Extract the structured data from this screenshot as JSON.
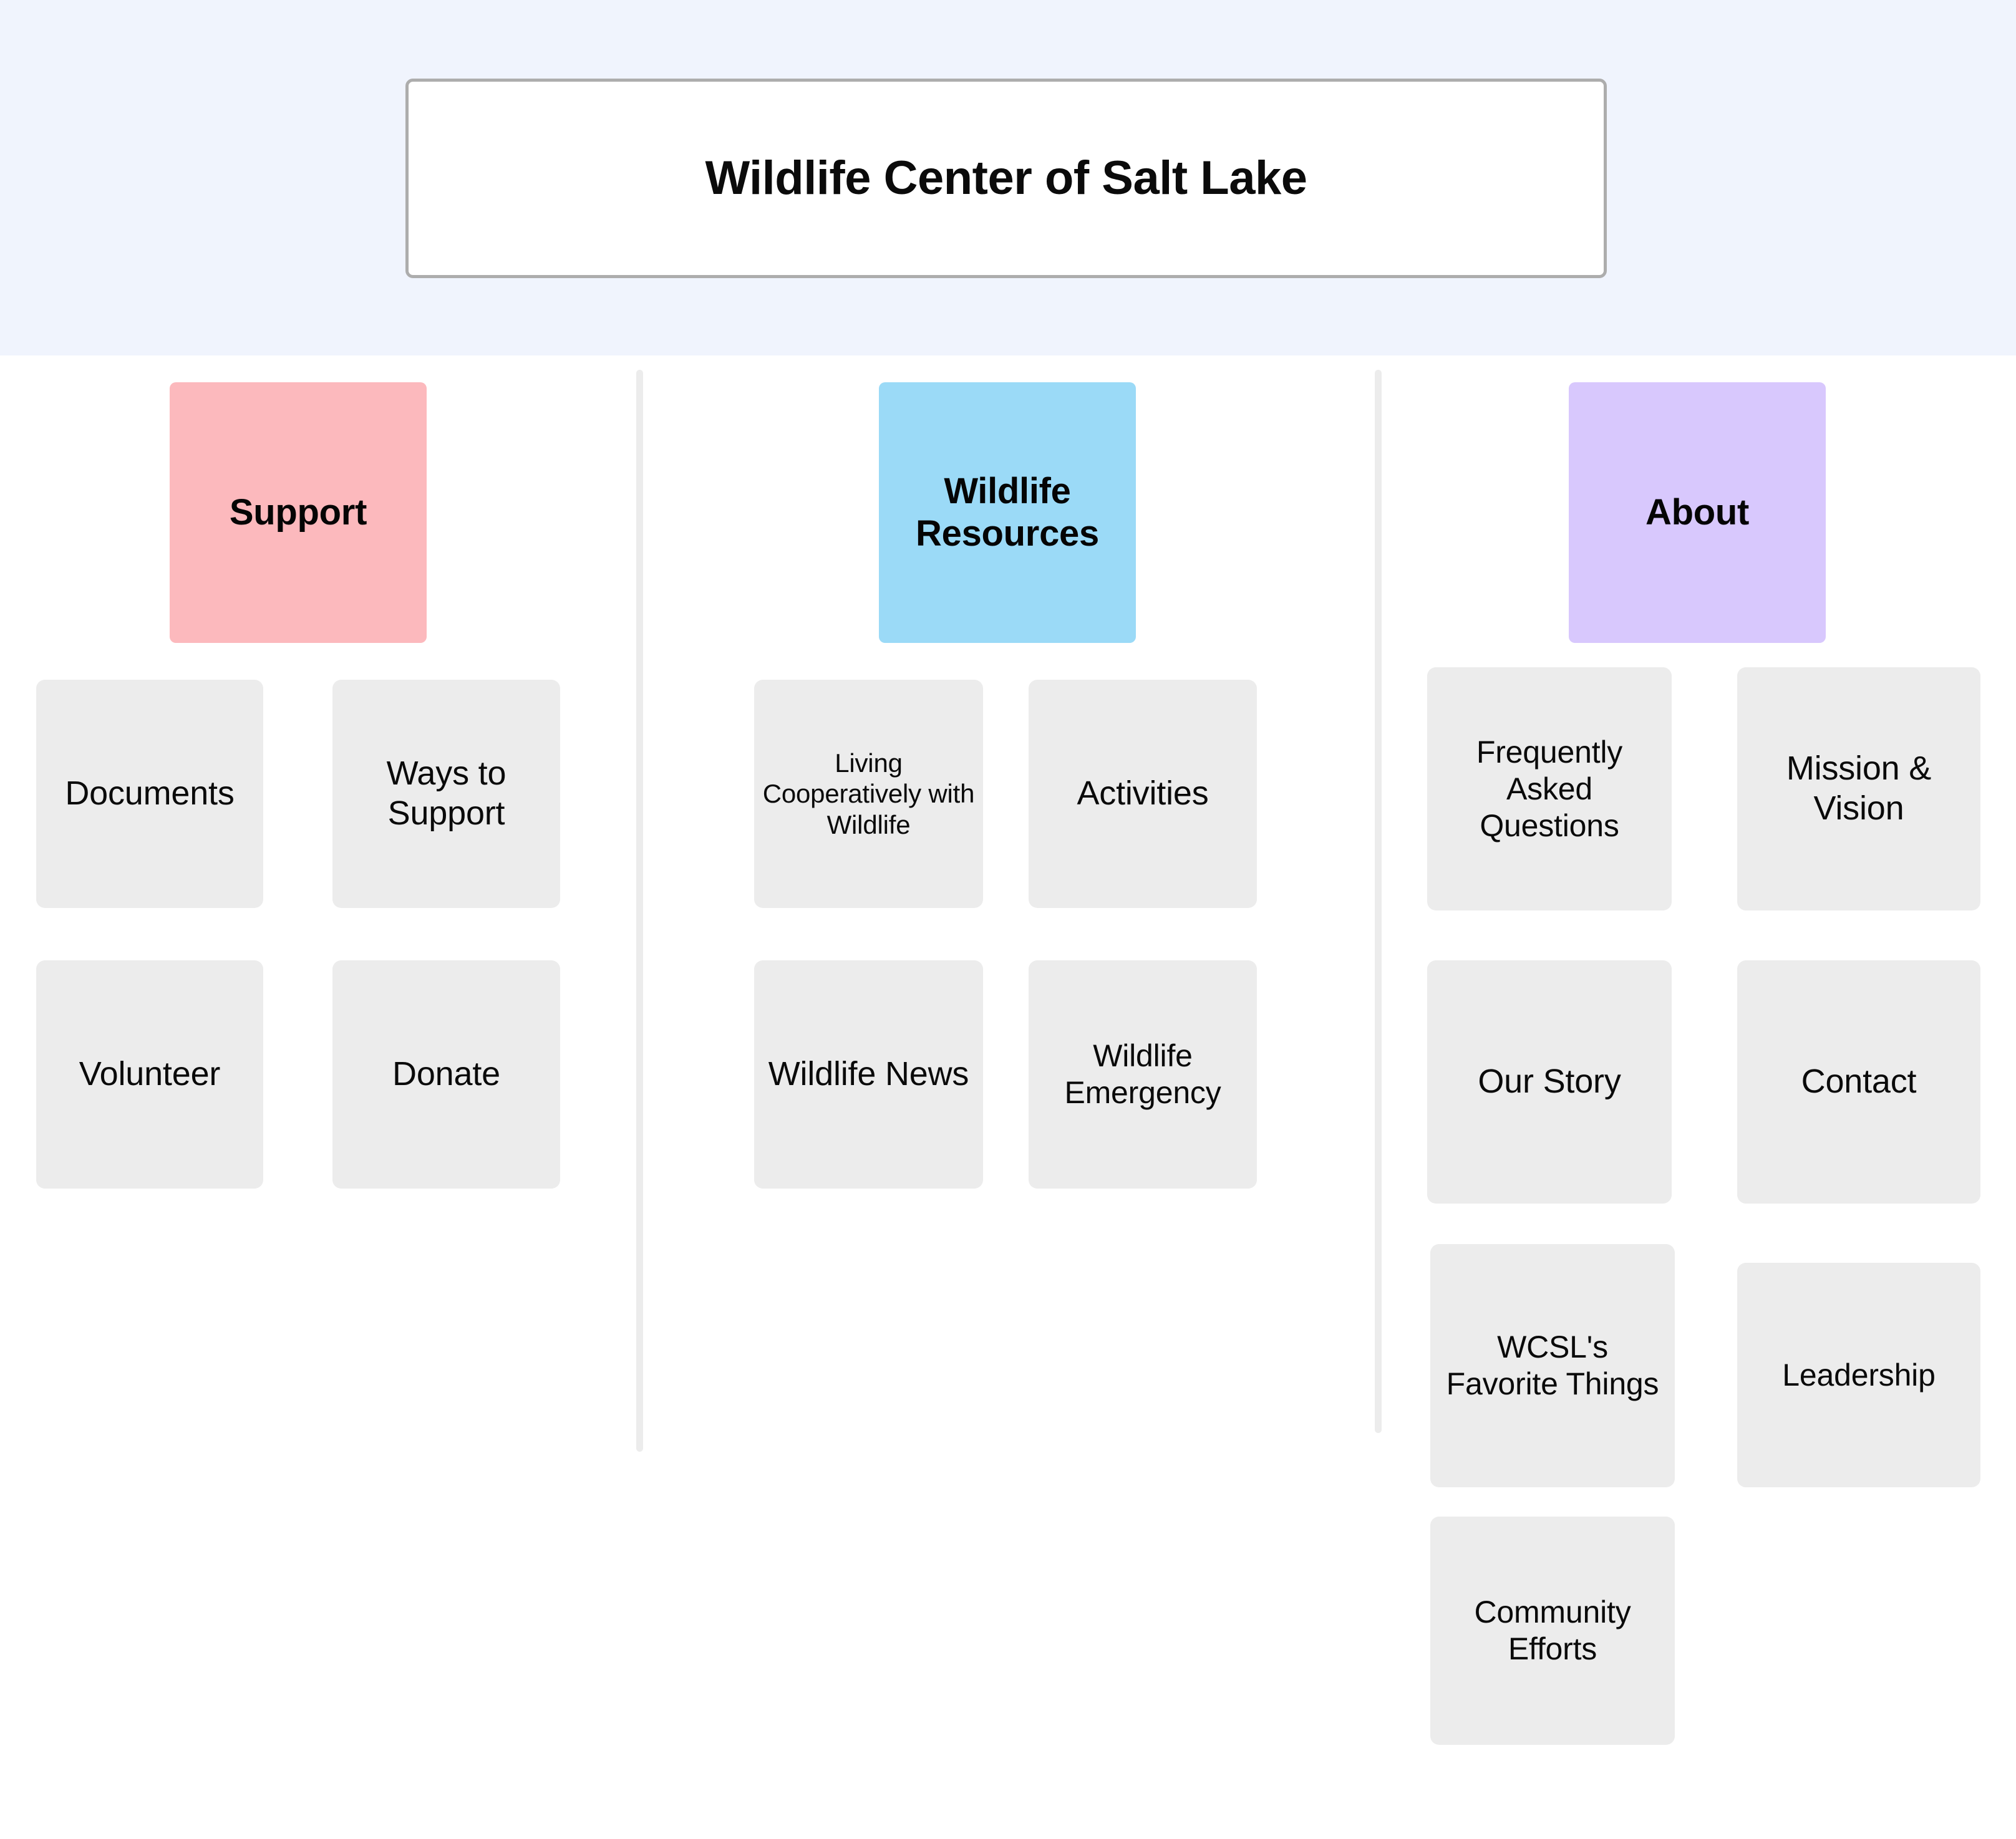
{
  "header": {
    "title": "Wildlife Center of Salt Lake",
    "band_color": "#f0f4fd",
    "box_border_color": "#adadad"
  },
  "columns": [
    {
      "id": "support",
      "header_label": "Support",
      "header_color": "#fcb9bd",
      "items": [
        {
          "label": "Documents"
        },
        {
          "label": "Ways to Support"
        },
        {
          "label": "Volunteer"
        },
        {
          "label": "Donate"
        }
      ]
    },
    {
      "id": "wildlife-resources",
      "header_label": "Wildlife Resources",
      "header_color": "#9bdaf7",
      "items": [
        {
          "label": "Living Cooperatively with Wildlife"
        },
        {
          "label": "Activities"
        },
        {
          "label": "Wildlife News"
        },
        {
          "label": "Wildlife Emergency"
        }
      ]
    },
    {
      "id": "about",
      "header_label": "About",
      "header_color": "#d8c8fd",
      "items": [
        {
          "label": "Frequently Asked Questions"
        },
        {
          "label": "Mission & Vision"
        },
        {
          "label": "Our Story"
        },
        {
          "label": "Contact"
        },
        {
          "label": "WCSL's Favorite Things"
        },
        {
          "label": "Leadership"
        },
        {
          "label": "Community Efforts"
        }
      ]
    }
  ],
  "card_color": "#ececec",
  "divider_color": "#ececec"
}
